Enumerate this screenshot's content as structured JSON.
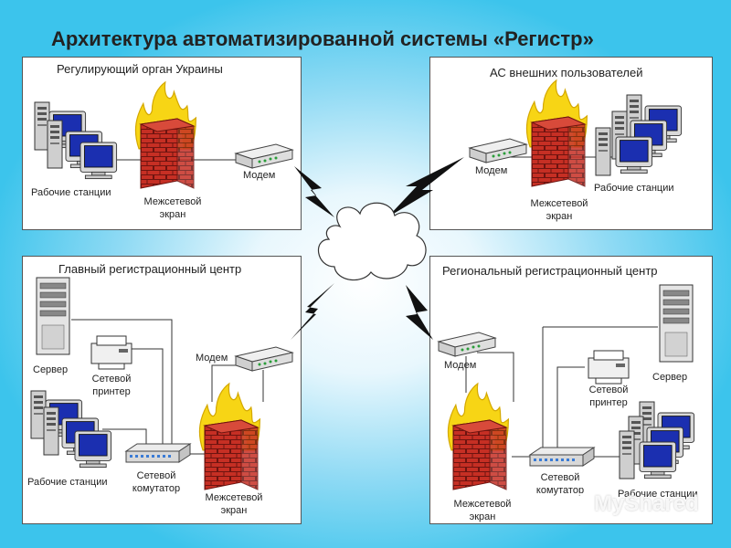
{
  "title": "Архитектура автоматизированной системы «Регистр»",
  "panels": {
    "top_left": {
      "title": "Регулирующий орган Украины",
      "workstations": "Рабочие станции",
      "firewall": "Межсетевой экран",
      "modem": "Модем"
    },
    "top_right": {
      "title": "АС внешних пользователей",
      "modem": "Модем",
      "firewall": "Межсетевой экран",
      "workstations": "Рабочие станции"
    },
    "bottom_left": {
      "title": "Главный регистрационный центр",
      "server": "Сервер",
      "printer": "Сетевой принтер",
      "workstations": "Рабочие станции",
      "switch": "Сетевой комутатор",
      "modem": "Модем",
      "firewall": "Межсетевой экран"
    },
    "bottom_right": {
      "title": "Региональный регистрационный центр",
      "modem": "Модем",
      "server": "Сервер",
      "printer": "Сетевой принтер",
      "switch": "Сетевой комутатор",
      "firewall": "Межсетевой экран",
      "workstations": "Рабочие станции"
    }
  },
  "watermark": "MyShared",
  "colors": {
    "background": "#3cc4ec",
    "firewall_brick": "#c0392b",
    "flame": "#f7d515",
    "monitor_screen": "#1b2fb0"
  }
}
